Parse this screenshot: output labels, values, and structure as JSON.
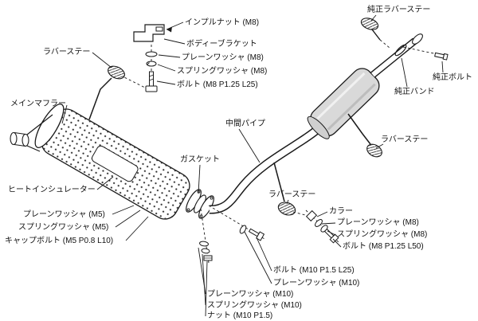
{
  "diagram_type": "exhaust-system-exploded-parts-diagram",
  "colors": {
    "background": "#ffffff",
    "line": "#1a1a1a",
    "rear_muffler_fill": "#d9d9d9"
  },
  "labels": [
    {
      "id": "impul-nut",
      "text": "インプルナット (M8)"
    },
    {
      "id": "body-bracket",
      "text": "ボディーブラケット"
    },
    {
      "id": "plain-washer-m8-top",
      "text": "プレーンワッシャ (M8)"
    },
    {
      "id": "spring-washer-m8-top",
      "text": "スプリングワッシャ (M8)"
    },
    {
      "id": "bolt-m8-l25",
      "text": "ボルト (M8 P1.25 L25)"
    },
    {
      "id": "oem-rubber-stay",
      "text": "純正ラバーステー"
    },
    {
      "id": "oem-bolt",
      "text": "純正ボルト"
    },
    {
      "id": "oem-band",
      "text": "純正バンド"
    },
    {
      "id": "rubber-stay-front",
      "text": "ラバーステー"
    },
    {
      "id": "main-muffler",
      "text": "メインマフラー"
    },
    {
      "id": "middle-pipe",
      "text": "中間パイプ"
    },
    {
      "id": "rubber-stay-rear",
      "text": "ラバーステー"
    },
    {
      "id": "gasket",
      "text": "ガスケット"
    },
    {
      "id": "heat-insulator",
      "text": "ヒートインシュレーター"
    },
    {
      "id": "rubber-stay-center",
      "text": "ラバーステー"
    },
    {
      "id": "plain-washer-m5",
      "text": "プレーンワッシャ (M5)"
    },
    {
      "id": "spring-washer-m5",
      "text": "スプリングワッシャ (M5)"
    },
    {
      "id": "cap-bolt-m5",
      "text": "キャップボルト (M5 P0.8 L10)"
    },
    {
      "id": "collar",
      "text": "カラー"
    },
    {
      "id": "plain-washer-m8-right",
      "text": "プレーンワッシャ (M8)"
    },
    {
      "id": "spring-washer-m8-right",
      "text": "スプリングワッシャ (M8)"
    },
    {
      "id": "bolt-m8-l50",
      "text": "ボルト (M8 P1.25 L50)"
    },
    {
      "id": "bolt-m10-l25",
      "text": "ボルト (M10 P1.5 L25)"
    },
    {
      "id": "plain-washer-m10-a",
      "text": "プレーンワッシャ (M10)"
    },
    {
      "id": "plain-washer-m10-b",
      "text": "プレーンワッシャ (M10)"
    },
    {
      "id": "spring-washer-m10",
      "text": "スプリングワッシャ (M10)"
    },
    {
      "id": "nut-m10",
      "text": "ナット (M10 P1.5)"
    }
  ]
}
